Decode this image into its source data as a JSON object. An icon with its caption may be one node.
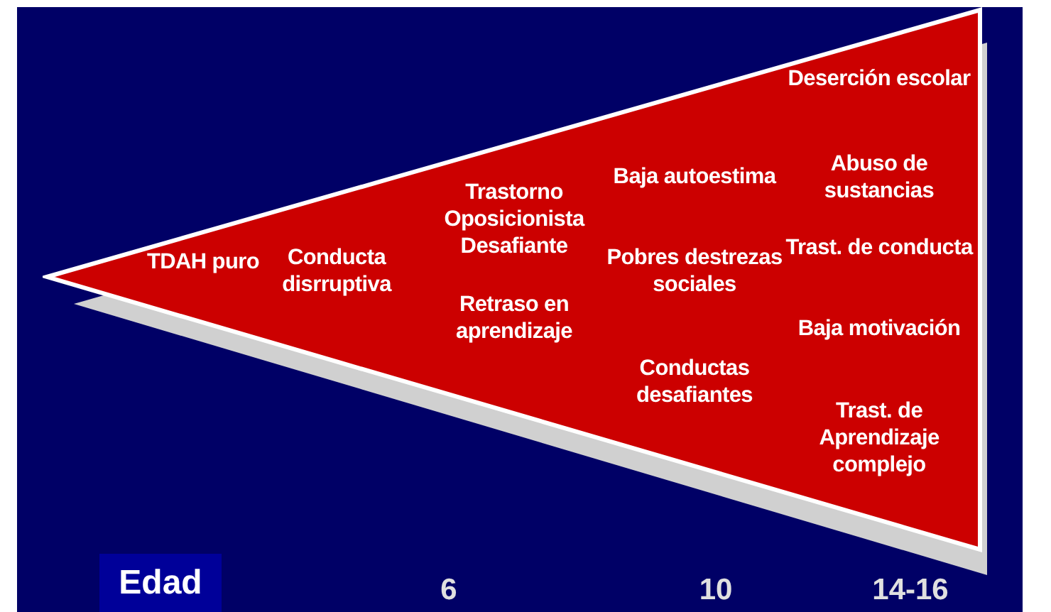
{
  "diagram": {
    "nodes": [
      {
        "text": [
          "TDAH puro",
          "Conducta disrruptiva",
          "Trastorno Oposicionista Desafiante",
          "Retraso en aprendizaje",
          "Baja autoestima",
          "Pobres destrezas sociales",
          "Conductas desafiantes",
          "Deserción escolar",
          "Abuso de sustancias",
          "Trast. de conducta",
          "Baja motivación",
          "Trast. de Aprendizaje complejo"
        ]
      },
      {
        "text": [
          "Edad"
        ]
      }
    ],
    "labels": [
      "6",
      "10",
      "14-16"
    ]
  }
}
